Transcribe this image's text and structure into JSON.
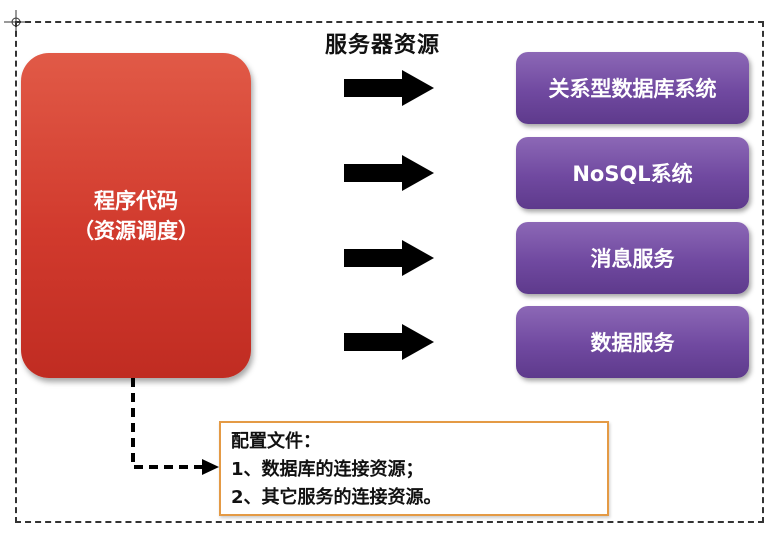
{
  "title": "服务器资源",
  "program": {
    "line1": "程序代码",
    "line2": "（资源调度）"
  },
  "resources": [
    {
      "label": "关系型数据库系统"
    },
    {
      "label": "NoSQL系统"
    },
    {
      "label": "消息服务"
    },
    {
      "label": "数据服务"
    }
  ],
  "config": {
    "heading": "配置文件：",
    "items": [
      "1、数据库的连接资源；",
      "2、其它服务的连接资源。"
    ]
  },
  "colors": {
    "program_box": "#d13a2d",
    "resource_box": "#7049a0",
    "config_border": "#e49a45",
    "arrow": "#000000"
  }
}
